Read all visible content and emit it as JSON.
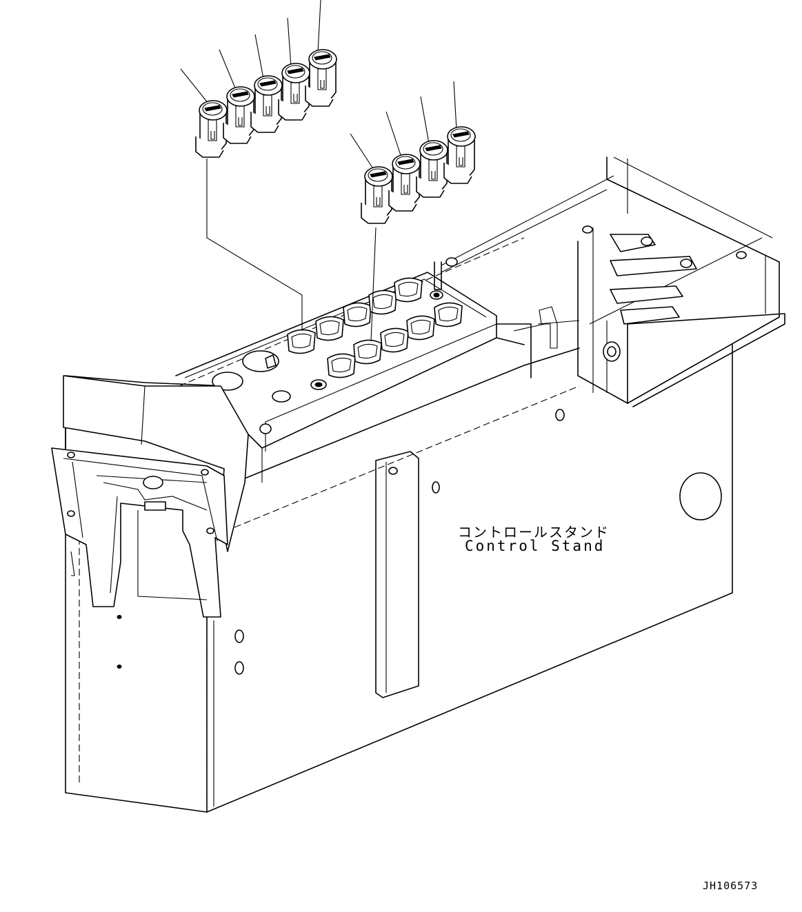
{
  "labels": {
    "part_name_jp": "コントロールスタンド",
    "part_name_en": "Control Stand",
    "drawing_number": "JH106573"
  },
  "switch_groups": [
    {
      "name": "upper-left-group",
      "count": 5
    },
    {
      "name": "right-group",
      "count": 4
    }
  ],
  "panel_switch_sockets": 12
}
